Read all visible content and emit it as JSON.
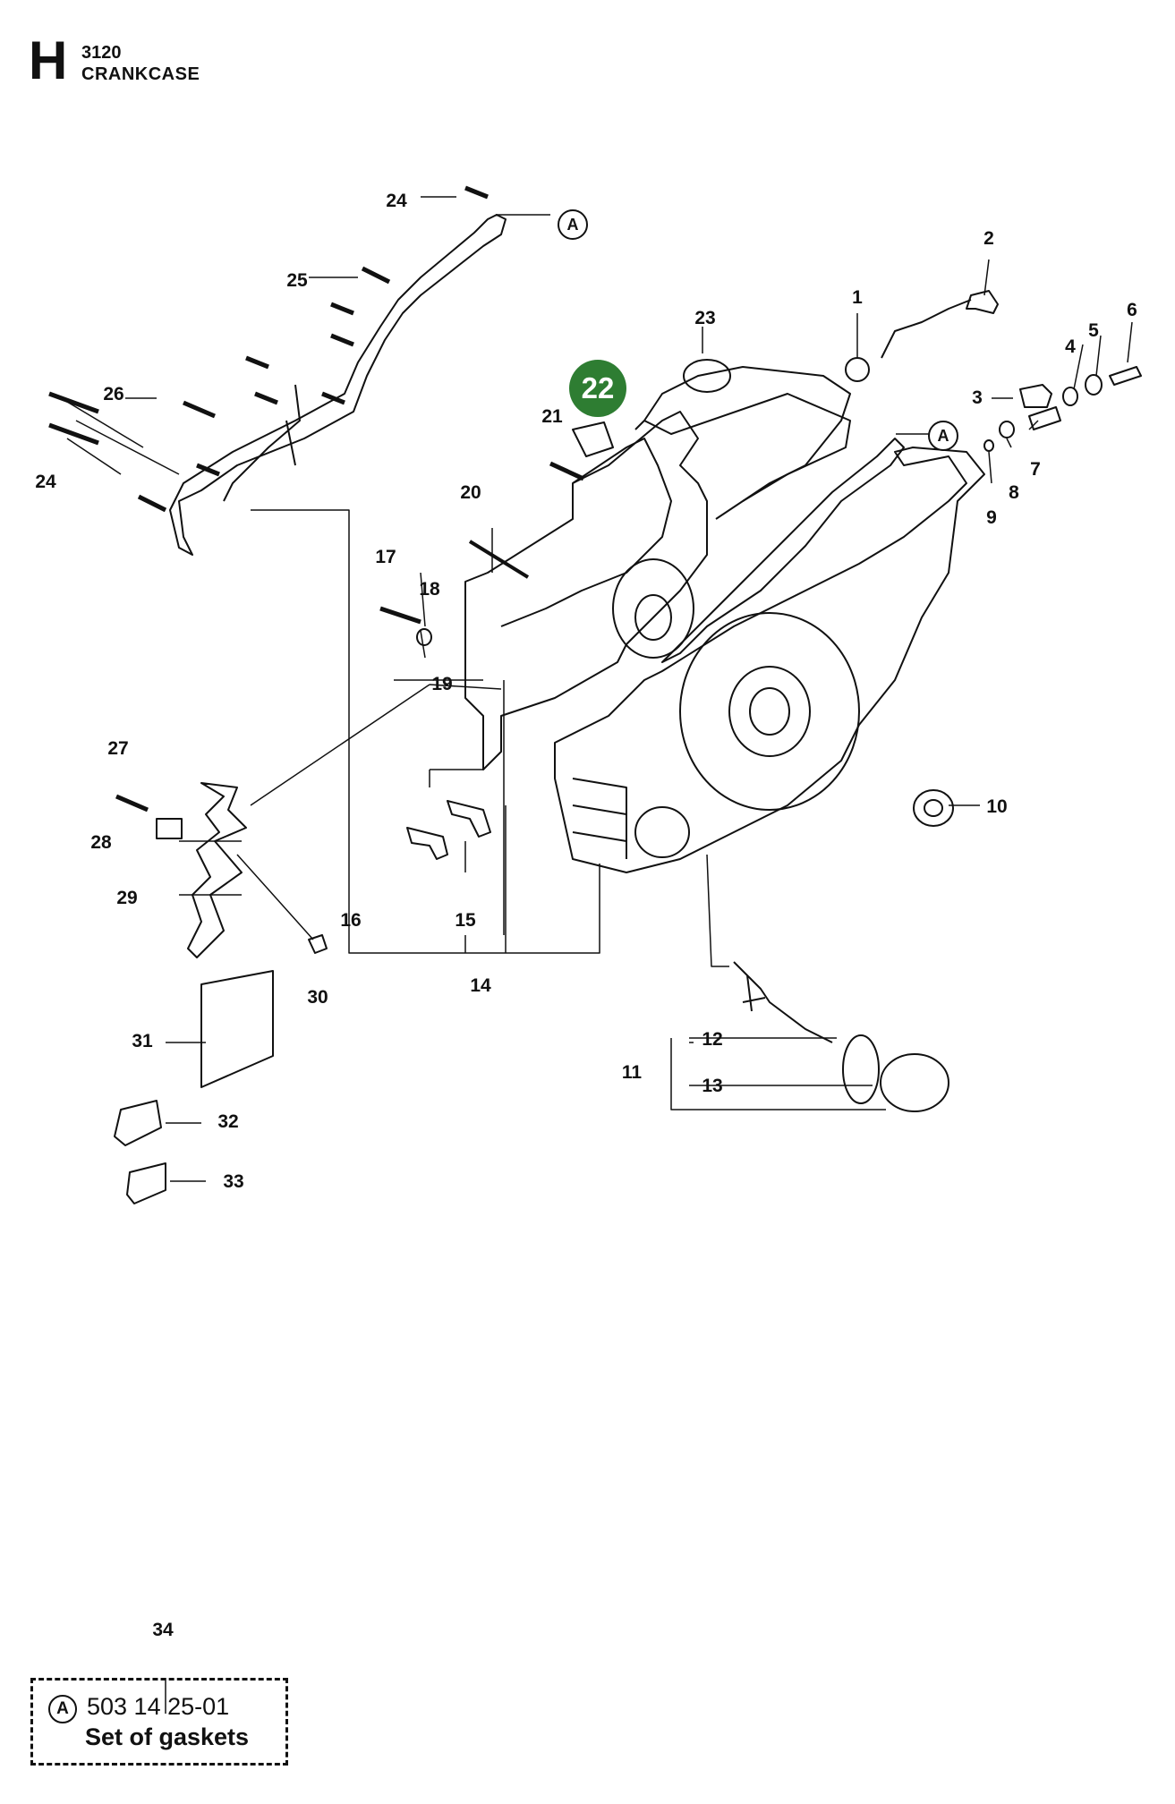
{
  "header": {
    "letter": "H",
    "code": "3120",
    "title": "CRANKCASE"
  },
  "highlighted_part": "22",
  "ref_marker": "A",
  "accent_color": "#2e7d32",
  "callouts": [
    "1",
    "2",
    "3",
    "4",
    "5",
    "6",
    "7",
    "8",
    "9",
    "10",
    "11",
    "12",
    "13",
    "14",
    "15",
    "16",
    "17",
    "18",
    "19",
    "20",
    "21",
    "23",
    "24",
    "24",
    "25",
    "26",
    "27",
    "28",
    "29",
    "30",
    "31",
    "32",
    "33",
    "34"
  ],
  "kit": {
    "ref": "A",
    "part_number": "503 14 25-01",
    "description": "Set of gaskets"
  }
}
